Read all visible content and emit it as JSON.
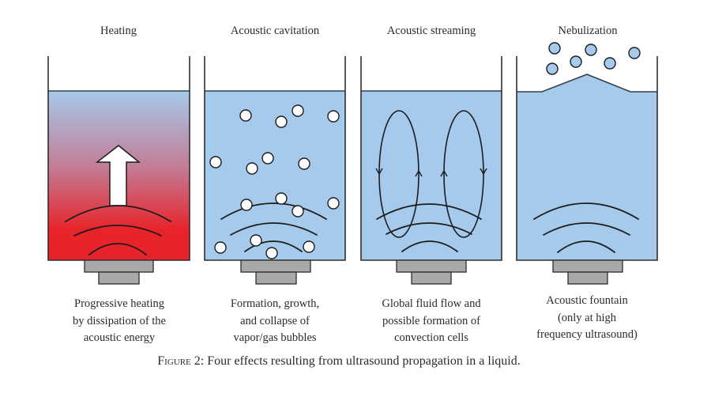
{
  "figure": {
    "panels": [
      {
        "id": "heating",
        "title": "Heating",
        "description_lines": [
          "Progressive heating",
          "by dissipation of the",
          "acoustic energy"
        ]
      },
      {
        "id": "cavitation",
        "title": "Acoustic cavitation",
        "description_lines": [
          "Formation, growth,",
          "and collapse of",
          "vapor/gas bubbles"
        ]
      },
      {
        "id": "streaming",
        "title": "Acoustic streaming",
        "description_lines": [
          "Global fluid flow and",
          "possible formation of",
          "convection cells"
        ]
      },
      {
        "id": "nebulization",
        "title": "Nebulization",
        "description_lines": [
          "Acoustic fountain",
          "(only at high",
          "frequency ultrasound)"
        ]
      }
    ],
    "caption": {
      "label": "Figure 2:",
      "text": " Four effects resulting from ultrasound propagation in a liquid."
    },
    "colors": {
      "liquid": "#a6caeb",
      "heat_hot": "#e8242a",
      "heat_mid": "#c27c96",
      "transducer": "#a9a9a9"
    }
  }
}
